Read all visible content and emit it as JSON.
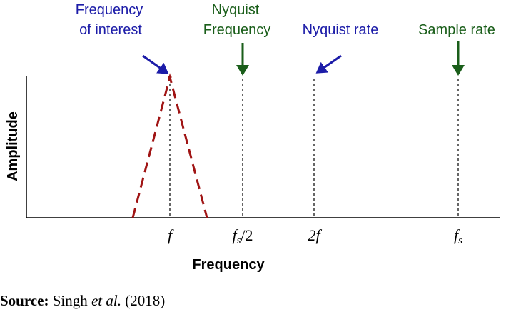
{
  "colors": {
    "blue": "#1c1ca8",
    "green": "#1a5e1a",
    "peak": "#a01414",
    "axis": "#000000"
  },
  "annotations": {
    "frequency_of_interest": [
      "Frequency",
      "of interest"
    ],
    "nyquist_frequency": [
      "Nyquist",
      "Frequency"
    ],
    "nyquist_rate": "Nyquist rate",
    "sample_rate": "Sample rate"
  },
  "ticks": {
    "f": "f",
    "fs_half": {
      "base": "f",
      "sub": "s",
      "tail": "/2"
    },
    "two_f": "2f",
    "fs": {
      "base": "f",
      "sub": "s"
    }
  },
  "axes": {
    "x_label": "Frequency",
    "y_label": "Amplitude"
  },
  "source": {
    "label": "Source:",
    "author": "Singh ",
    "etal": "et al.",
    "year": " (2018)"
  }
}
